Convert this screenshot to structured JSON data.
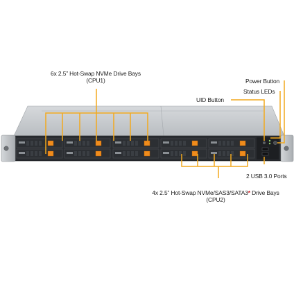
{
  "callouts": {
    "nvme_bays_line1": "6x 2.5” Hot-Swap NVMe Drive Bays",
    "nvme_bays_line2": "(CPU1)",
    "power_button": "Power Button",
    "status_leds": "Status LEDs",
    "uid_button": "UID Button",
    "usb_ports": "2 USB 3.0 Ports",
    "mixed_bays_line1_a": "4x 2.5” Hot-Swap NVMe/SAS3/SATA3",
    "mixed_bays_asterisk": "*",
    "mixed_bays_line1_b": " Drive Bays",
    "mixed_bays_line2": "(CPU2)"
  },
  "colors": {
    "callout_line": "#f2a91e",
    "chassis_top": "#c9cdd1",
    "chassis_front": "#23262a",
    "drive_tray": "#2c2f33",
    "drive_latch": "#f08c1c",
    "rack_ear": "#bfc3c6",
    "asterisk": "#d0181e"
  },
  "drive_bays": {
    "total": 10,
    "nvme_cpu1": 6,
    "mixed_cpu2": 4
  }
}
